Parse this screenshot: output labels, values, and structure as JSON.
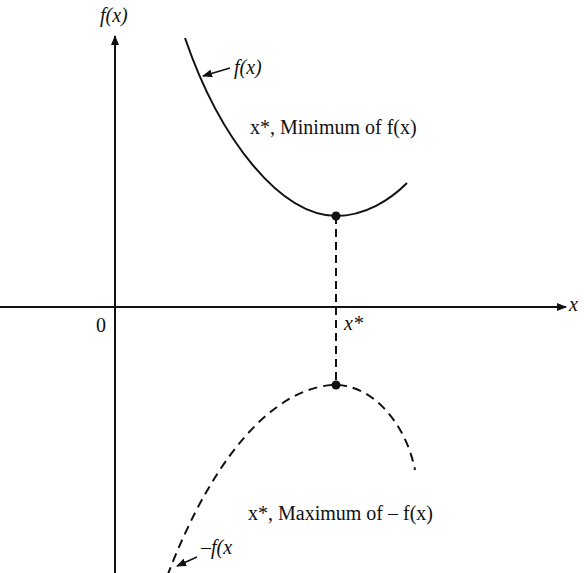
{
  "diagram": {
    "labels": [
      "f(x)",
      "f(x)",
      "x*, Minimum of f(x)",
      "x*",
      "0",
      "x",
      "x*, Maximum of – f(x)",
      "–f(x"
    ]
  }
}
